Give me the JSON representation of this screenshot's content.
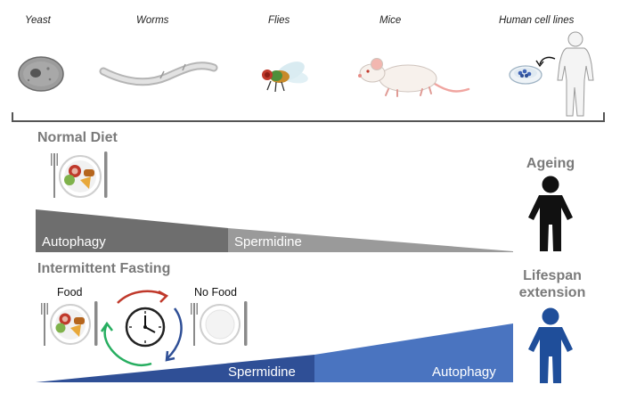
{
  "organisms": [
    {
      "label": "Yeast",
      "icon": "yeast-cell-icon"
    },
    {
      "label": "Worms",
      "icon": "worm-icon"
    },
    {
      "label": "Flies",
      "icon": "fly-icon"
    },
    {
      "label": "Mice",
      "icon": "mouse-icon"
    },
    {
      "label": "Human cell lines",
      "icon": "human-cell-lines-icon"
    }
  ],
  "normal_diet": {
    "title": "Normal Diet",
    "wedge_labels": [
      "Autophagy",
      "Spermidine"
    ],
    "wedge_colors": [
      "#6e6e6e",
      "#9a9a9a"
    ]
  },
  "intermittent_fasting": {
    "title": "Intermittent Fasting",
    "food_label": "Food",
    "no_food_label": "No Food",
    "wedge_labels": [
      "Spermidine",
      "Autophagy"
    ],
    "wedge_colors": [
      "#2f4f96",
      "#4a74c0"
    ]
  },
  "outcomes": {
    "ageing": "Ageing",
    "lifespan_line1": "Lifespan",
    "lifespan_line2": "extension",
    "ageing_color": "#111111",
    "lifespan_color": "#1f4e9a"
  }
}
